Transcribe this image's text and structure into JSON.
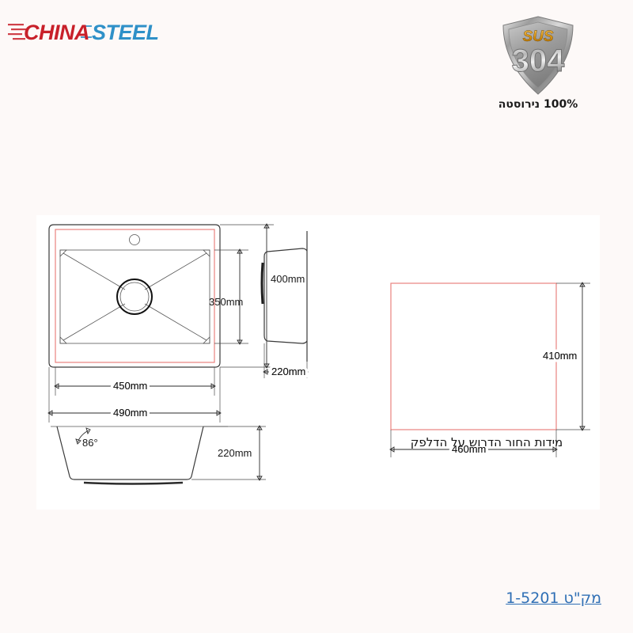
{
  "page": {
    "background_color": "#fdf9f8",
    "panel_color": "#ffffff"
  },
  "brand": {
    "name_part1": "CHINA",
    "name_part2": "STEEL",
    "color_part1": "#c8202a",
    "color_part2": "#2e90c8"
  },
  "badge": {
    "top_label": "SUS",
    "grade": "304",
    "caption": "100% נירוסטה",
    "shield_color": "#b8b8b8",
    "sus_color": "#d8920f"
  },
  "drawings": {
    "top_view": {
      "name": "top-view",
      "dim_outer_width": "490mm",
      "dim_inner_width": "450mm",
      "dim_outer_height": "400mm",
      "dim_inner_height": "350mm",
      "accent_color": "#e8837f"
    },
    "side_view": {
      "name": "side-view",
      "dim_depth": "220mm"
    },
    "section_view": {
      "name": "section-view",
      "angle": "86°",
      "dim_height": "220mm"
    },
    "cutout_view": {
      "name": "cutout-view",
      "dim_width": "460mm",
      "dim_height": "410mm",
      "caption": "מידות החור הדרוש על הדלפק",
      "accent_color": "#e8837f"
    }
  },
  "footer": {
    "product_code": "מק\"ט 1-5201",
    "link_color": "#2f6fb5"
  }
}
